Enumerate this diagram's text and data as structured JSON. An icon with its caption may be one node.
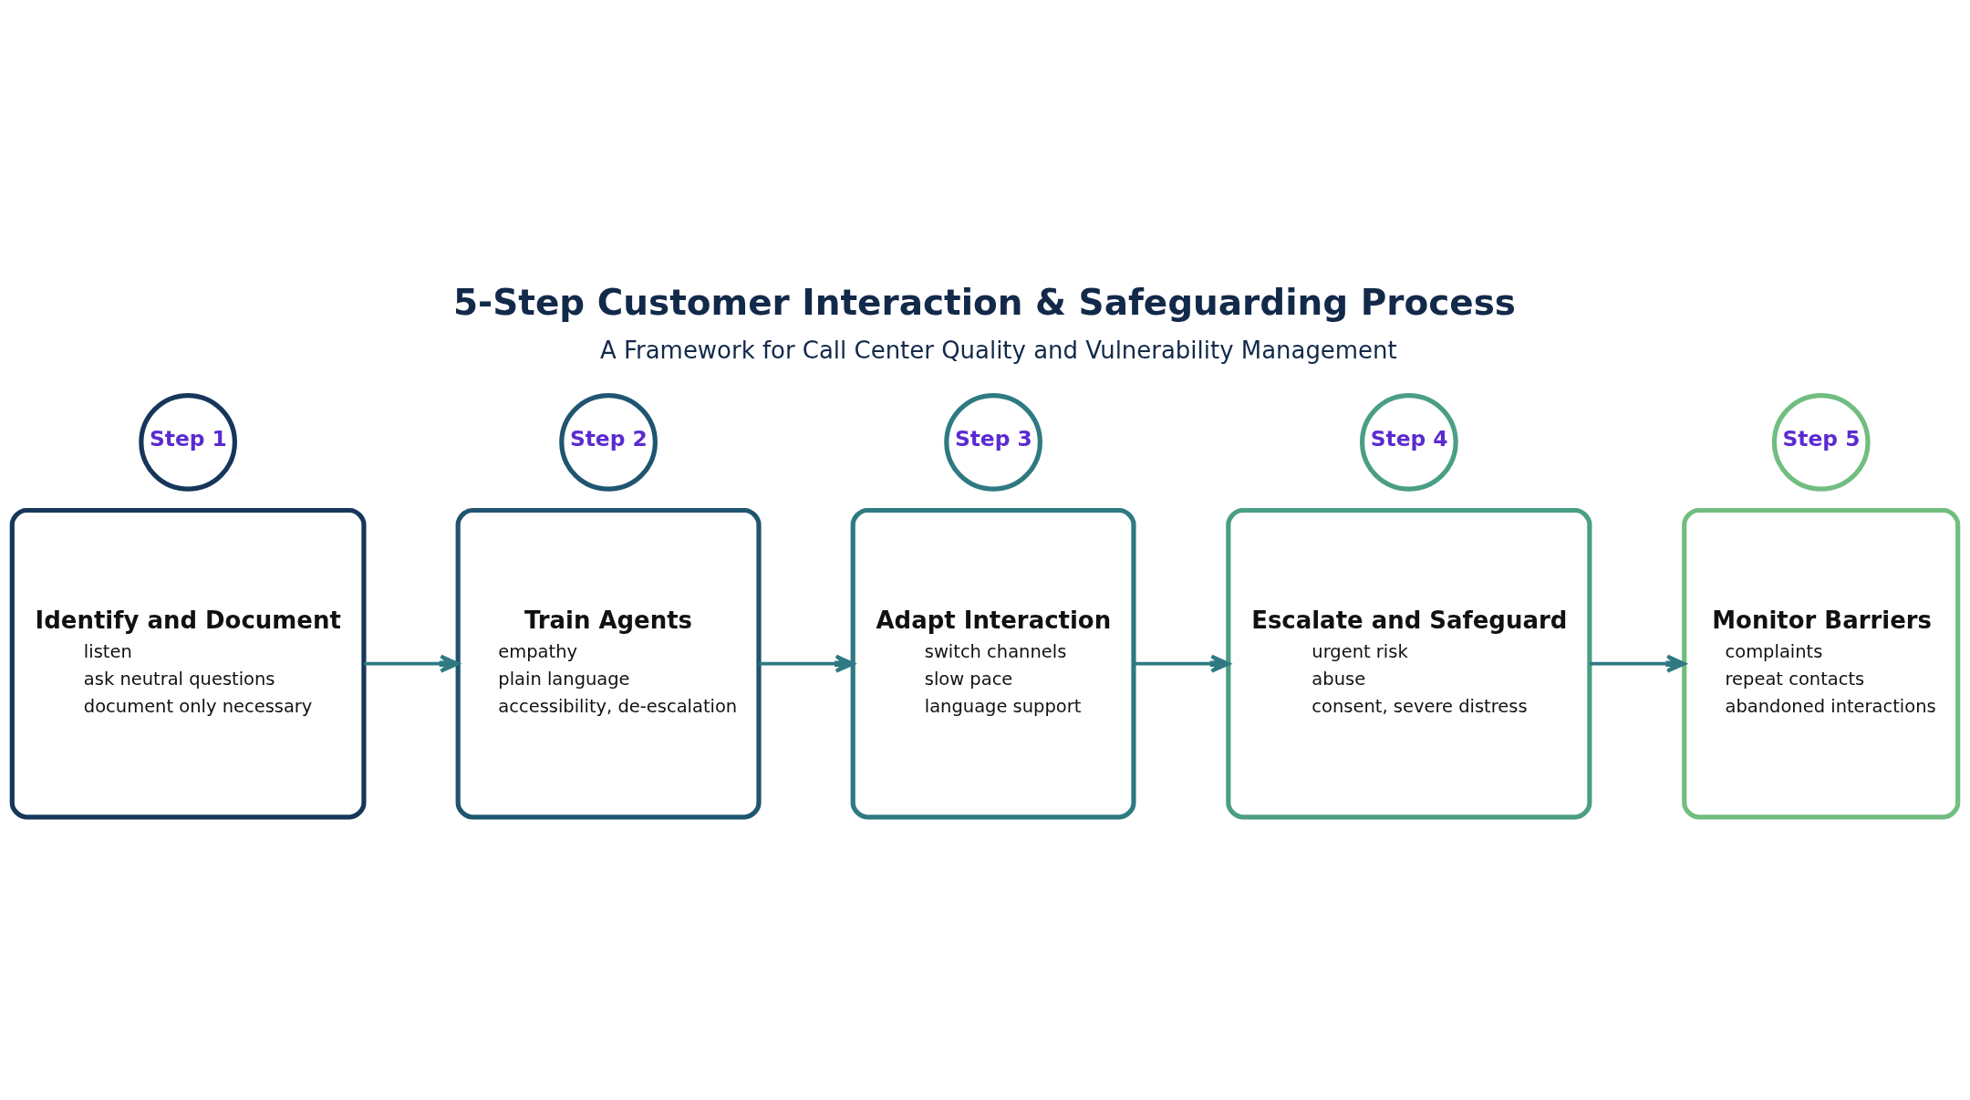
{
  "diagram": {
    "title": "5-Step Customer Interaction & Safeguarding Process",
    "nodes": [
      {
        "text": [
          "Step 1"
        ]
      },
      {
        "text": [
          "Identify and Document",
          "listen",
          "ask neutral questions",
          "document only necessary"
        ]
      },
      {
        "text": [
          "Step 2"
        ]
      },
      {
        "text": [
          "Train Agents",
          "empathy",
          "plain language",
          "accessibility, de-escalation"
        ]
      },
      {
        "text": [
          "Step 3"
        ]
      },
      {
        "text": [
          "Adapt Interaction",
          "switch channels",
          "slow pace",
          "language support"
        ]
      },
      {
        "text": [
          "Step 4"
        ]
      },
      {
        "text": [
          "Escalate and Safeguard",
          "urgent risk",
          "abuse",
          "consent, severe distress"
        ]
      },
      {
        "text": [
          "Step 5"
        ]
      },
      {
        "text": [
          "Monitor Barriers",
          "complaints",
          "repeat contacts",
          "abandoned interactions"
        ]
      }
    ],
    "edges": [
      {
        "from": 1,
        "to": 3,
        "arrow": "to"
      },
      {
        "from": 3,
        "to": 5,
        "arrow": "to"
      },
      {
        "from": 5,
        "to": 7,
        "arrow": "to"
      },
      {
        "from": 7,
        "to": 9,
        "arrow": "to"
      }
    ],
    "labels": [
      "A Framework for Call Center Quality and Vulnerability Management"
    ]
  }
}
